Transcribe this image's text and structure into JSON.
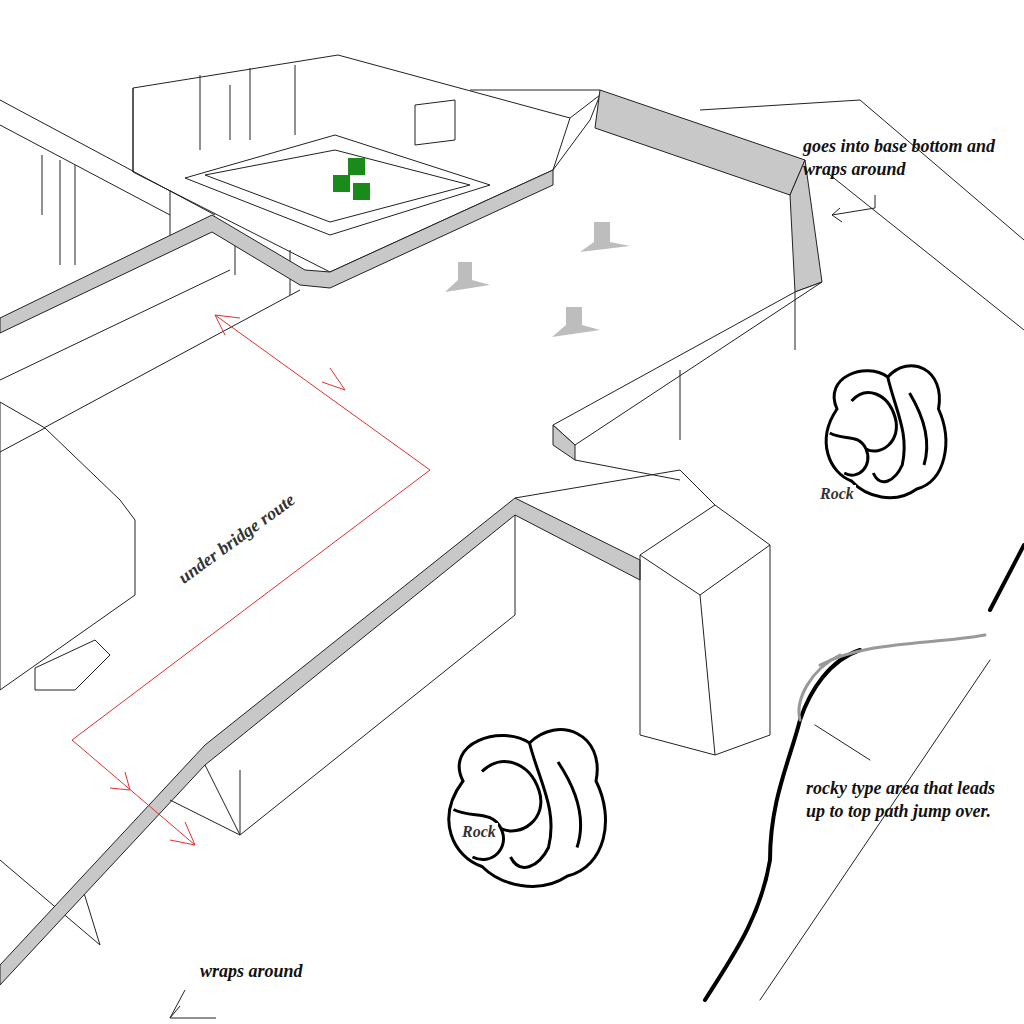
{
  "diagram": {
    "nodes": [
      {
        "text": [
          "Rock"
        ]
      },
      {
        "text": [
          "Rock"
        ]
      }
    ],
    "labels": [
      "goes into base bottom and wraps around",
      "under bridge route",
      "rocky type area that leads up to top path jump over.",
      "wraps around"
    ]
  }
}
